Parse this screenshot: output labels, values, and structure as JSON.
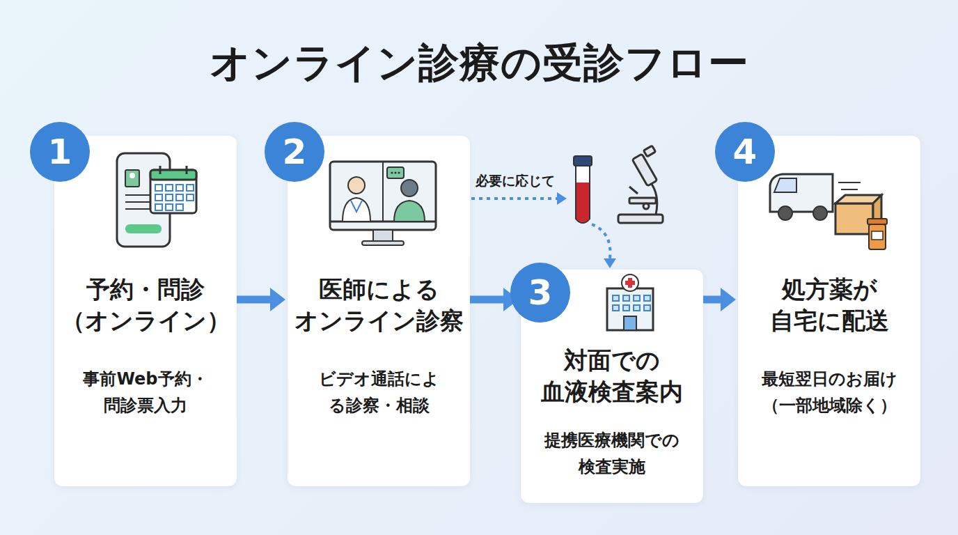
{
  "diagram": {
    "title": "オンライン診療の受診フロー",
    "nodes": [
      {
        "text": [
          "予約・問診 （オンライン）",
          "事前Web予約・ 問診票入力"
        ]
      },
      {
        "text": [
          "医師による オンライン診察",
          "ビデオ通話によ る診察・相談"
        ]
      },
      {
        "text": [
          "対面での 血液検査案内",
          "提携医療機関での 検査実施"
        ]
      },
      {
        "text": [
          "処方薬が 自宅に配送",
          "最短翌日のお届け （一部地域除く）"
        ]
      }
    ],
    "edges": [
      {
        "from": 0,
        "to": 1,
        "arrow": "to"
      },
      {
        "from": 1,
        "to": 2,
        "arrow": "to"
      },
      {
        "from": 1,
        "to": 2,
        "label": "必要に応じて",
        "arrow": "to"
      },
      {
        "from": 2,
        "to": 3,
        "arrow": "to"
      }
    ],
    "labels": [
      "1",
      "2",
      "3",
      "4"
    ]
  }
}
